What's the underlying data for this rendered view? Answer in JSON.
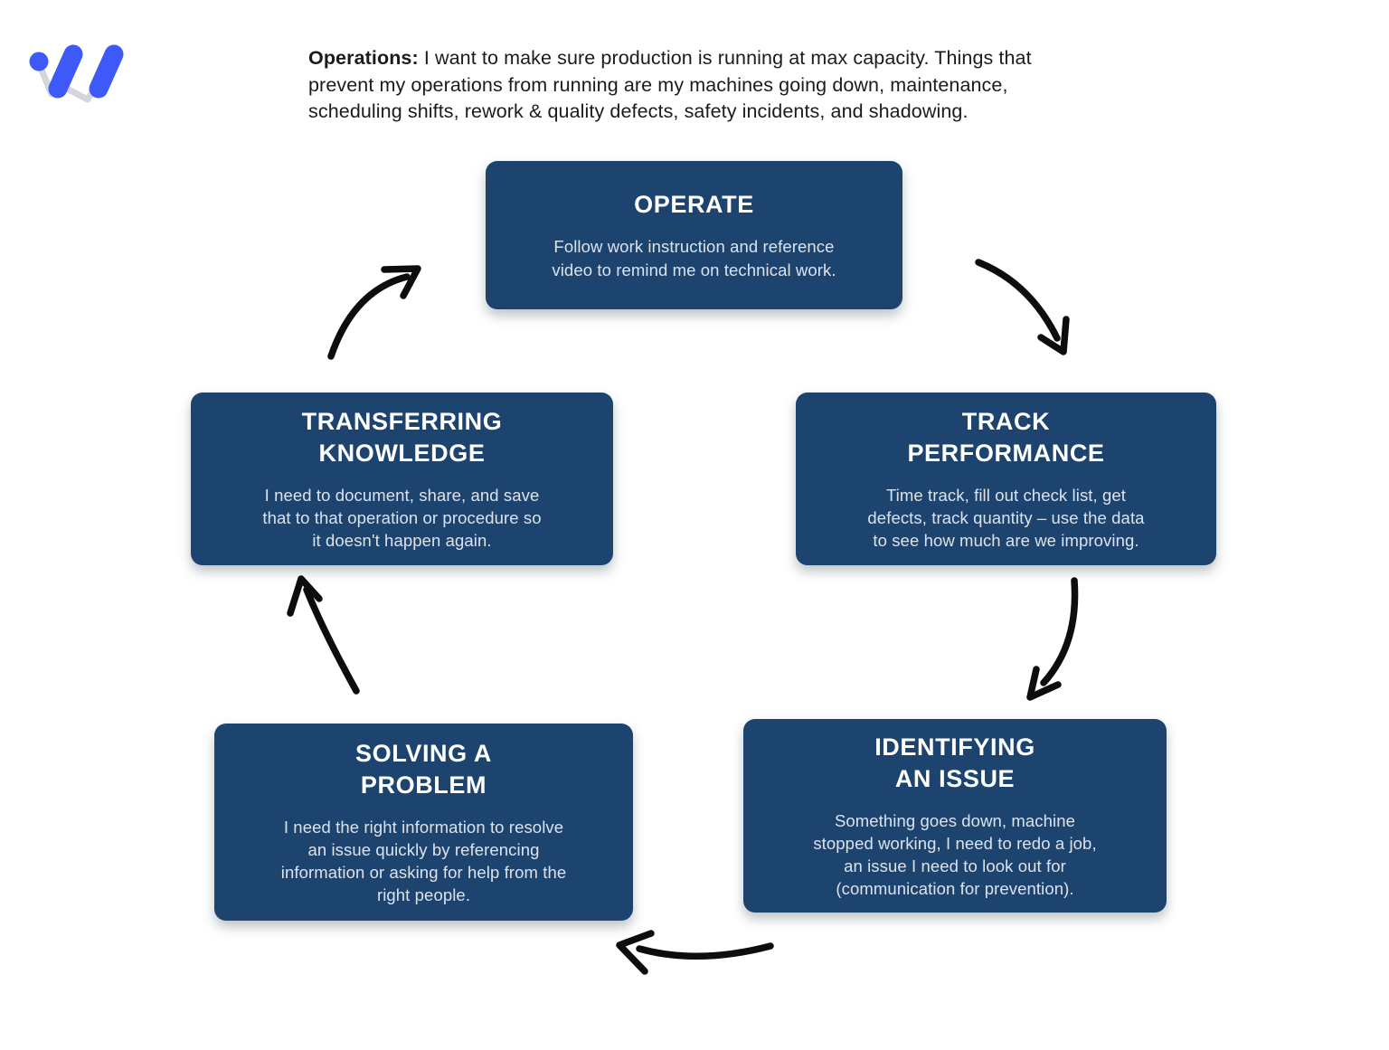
{
  "logo": {
    "name": "w-brand-logo",
    "blue": "#3d5af8",
    "gray": "#d5d6dd"
  },
  "header": {
    "bold_label": "Operations:",
    "text": " I want to make sure production is running at max capacity. Things that\nprevent my operations from running are my machines going down, maintenance,\nscheduling shifts, rework & quality defects, safety incidents, and shadowing."
  },
  "colors": {
    "box_background": "#1d436f",
    "box_title": "#ffffff",
    "box_body": "#dce3ed",
    "arrow": "#0d0d0d",
    "page_background": "#ffffff"
  },
  "cycle": {
    "boxes": [
      {
        "id": "operate",
        "title": "OPERATE",
        "body": "Follow work instruction and reference\nvideo to remind me on technical work."
      },
      {
        "id": "track-performance",
        "title": "TRACK\nPERFORMANCE",
        "body": "Time track, fill out check list, get\ndefects, track quantity – use the data\nto see how much are we improving."
      },
      {
        "id": "identifying-an-issue",
        "title": "IDENTIFYING\nAN ISSUE",
        "body": "Something goes down, machine\nstopped working, I need to redo a job,\nan issue I need to look out for\n(communication for prevention)."
      },
      {
        "id": "solving-a-problem",
        "title": "SOLVING A\nPROBLEM",
        "body": "I need the right information to resolve\nan issue quickly by referencing\ninformation or asking for help from the\nright people."
      },
      {
        "id": "transferring-knowledge",
        "title": "TRANSFERRING\nKNOWLEDGE",
        "body": "I need to document, share, and save\nthat to that operation or procedure so\nit doesn't happen again."
      }
    ],
    "arrows": [
      {
        "from": "operate",
        "to": "track-performance"
      },
      {
        "from": "track-performance",
        "to": "identifying-an-issue"
      },
      {
        "from": "identifying-an-issue",
        "to": "solving-a-problem"
      },
      {
        "from": "solving-a-problem",
        "to": "transferring-knowledge"
      },
      {
        "from": "transferring-knowledge",
        "to": "operate"
      }
    ]
  }
}
